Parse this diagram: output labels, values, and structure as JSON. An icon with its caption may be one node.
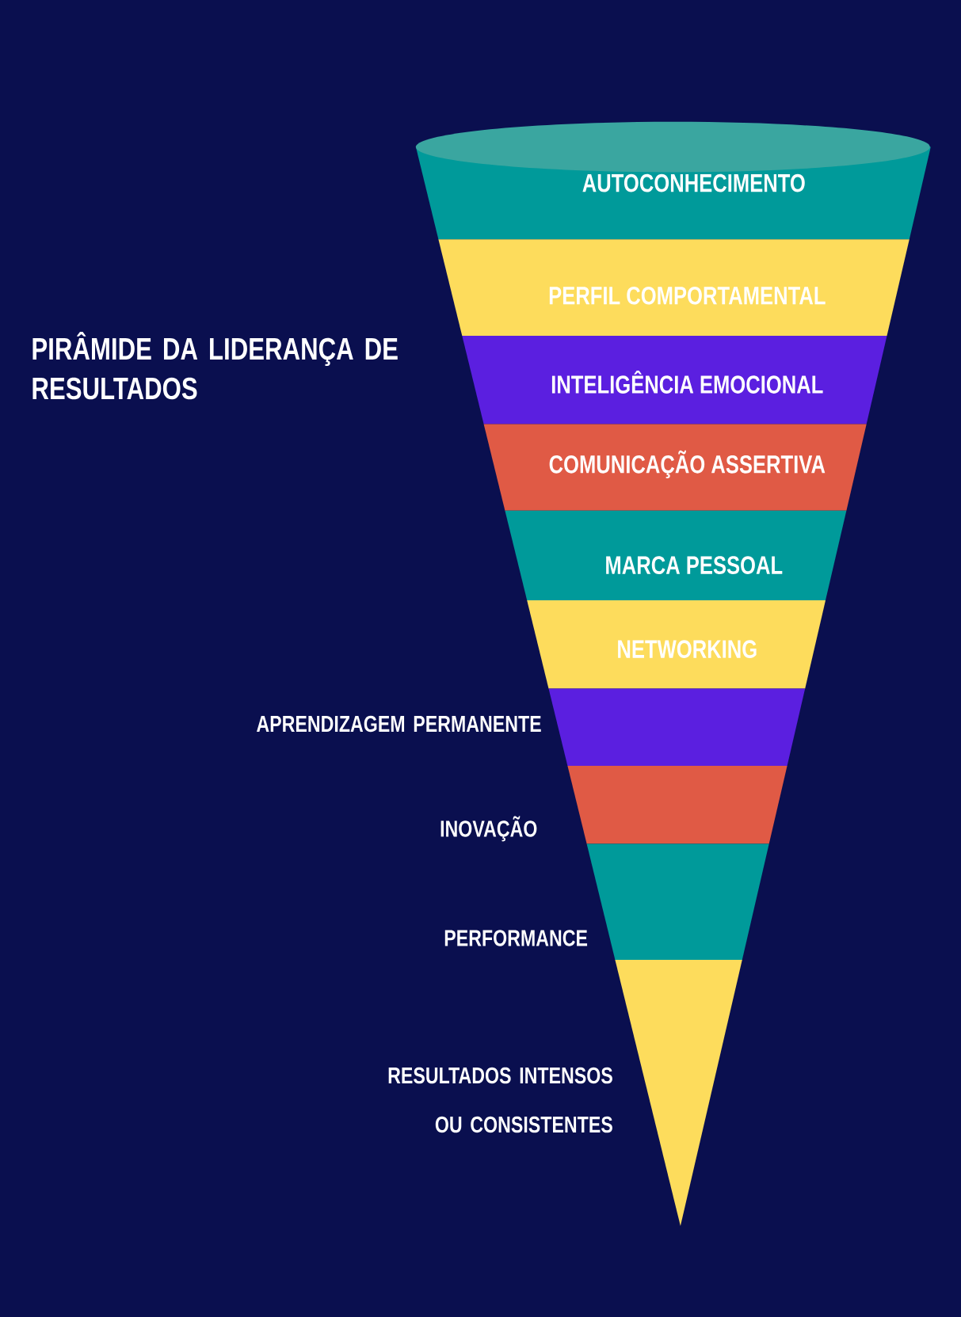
{
  "diagram": {
    "title": "PIRÂMIDE DA LIDERANÇA DE RESULTADOS",
    "nodes": [
      {
        "text": [
          "AUTOCONHECIMENTO"
        ]
      },
      {
        "text": [
          "PERFIL COMPORTAMENTAL"
        ]
      },
      {
        "text": [
          "INTELIGÊNCIA EMOCIONAL"
        ]
      },
      {
        "text": [
          "COMUNICAÇÃO ASSERTIVA"
        ]
      },
      {
        "text": [
          "MARCA PESSOAL"
        ]
      },
      {
        "text": [
          "NETWORKING"
        ]
      },
      {
        "text": [],
        "shape": "band",
        "beside": [
          "APRENDIZAGEM PERMANENTE"
        ]
      },
      {
        "text": [],
        "shape": "band",
        "beside": [
          "INOVAÇÃO"
        ]
      },
      {
        "text": [],
        "shape": "band",
        "beside": [
          "PERFORMANCE"
        ]
      },
      {
        "text": [],
        "shape": "band",
        "beside": [
          "RESULTADOS INTENSOS OU CONSISTENTES"
        ]
      }
    ]
  }
}
